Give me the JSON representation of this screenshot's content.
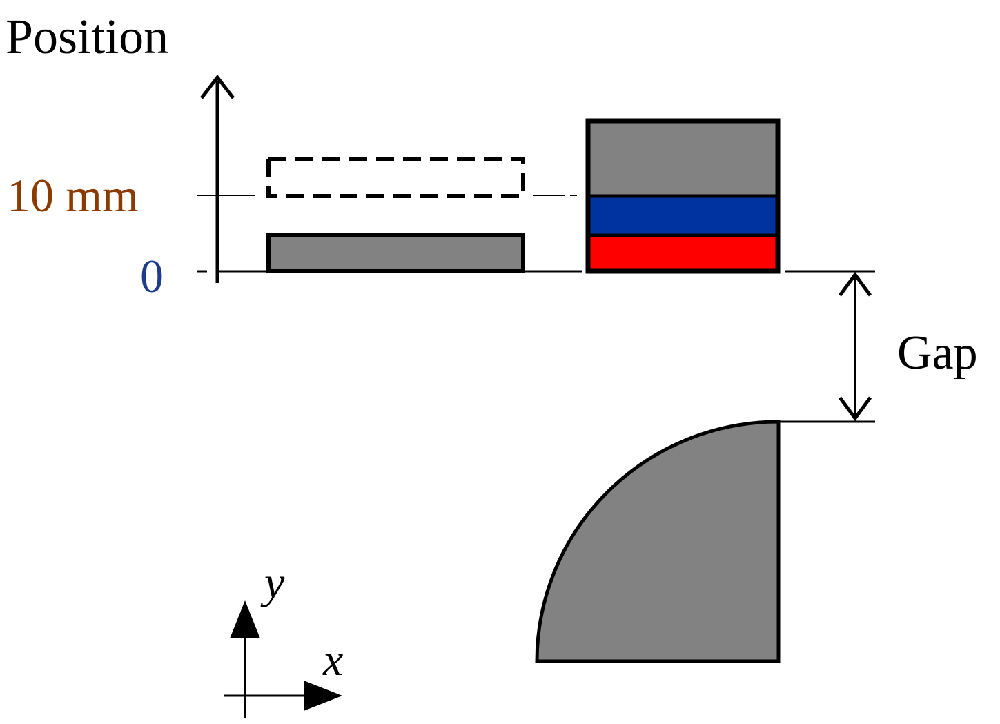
{
  "axis": {
    "title": "Position",
    "tick_upper": "10 mm",
    "tick_lower": "0"
  },
  "gap_label": "Gap",
  "coordinate_axes": {
    "x_label": "x",
    "y_label": "y"
  },
  "colors": {
    "gray_fill": "#828282",
    "blue_layer": "#0033a0",
    "red_layer": "#ff0000",
    "tick_label_color": "#8b3a00",
    "zero_label_color": "#1f3c88",
    "stroke": "#000000"
  }
}
